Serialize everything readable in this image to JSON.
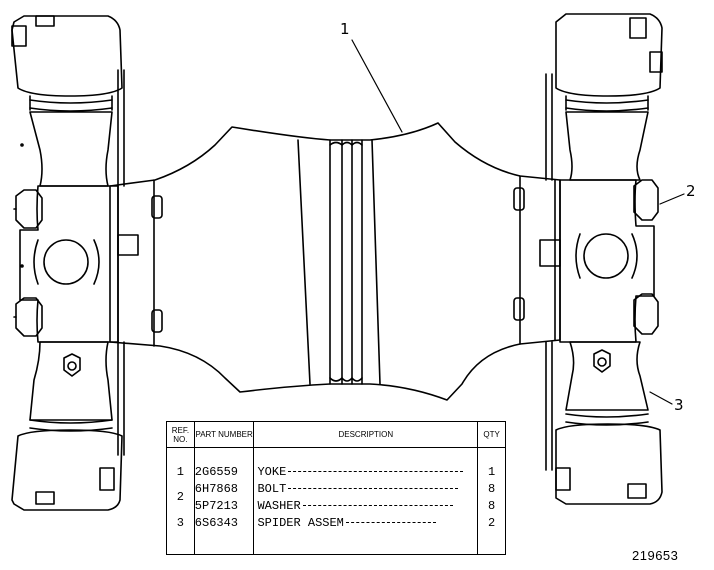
{
  "callouts": {
    "one": "1",
    "two": "2",
    "three": "3"
  },
  "table": {
    "headers": {
      "ref_no": "REF. NO.",
      "part_number": "PART NUMBER",
      "description": "DESCRIPTION",
      "qty": "QTY"
    },
    "refs": [
      "1",
      "2",
      "",
      "3"
    ],
    "part_numbers": [
      "2G6559",
      "6H7868",
      "5P7213",
      "6S6343"
    ],
    "descriptions": [
      "YOKE",
      "BOLT",
      "WASHER",
      "SPIDER ASSEM"
    ],
    "quantities": [
      "1",
      "8",
      "8",
      "2"
    ]
  },
  "drawing_number": "219653"
}
